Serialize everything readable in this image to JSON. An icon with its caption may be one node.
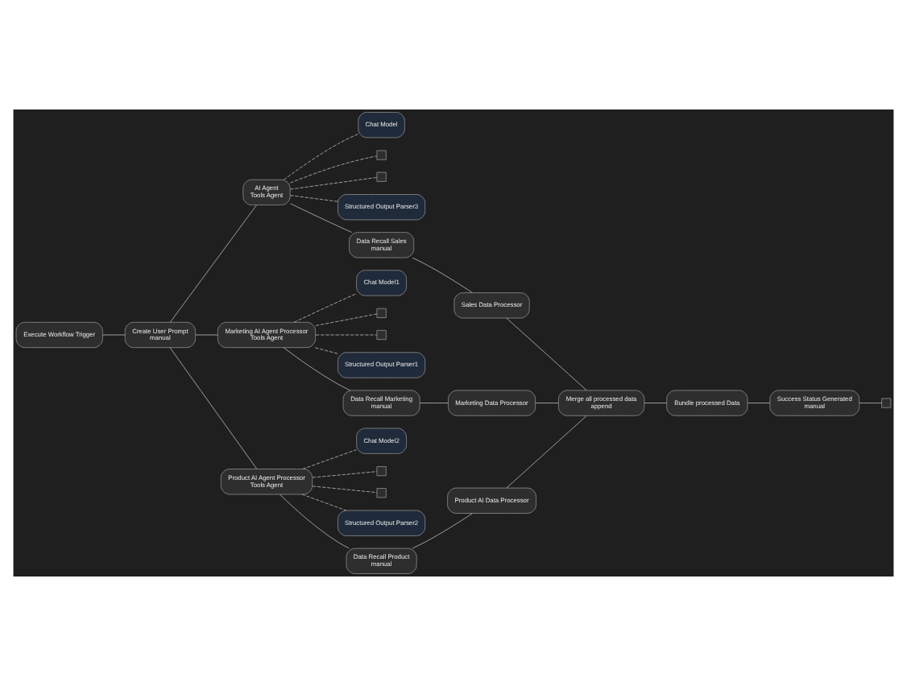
{
  "diagram": {
    "nodes": [
      {
        "text": [
          "Execute Workflow Trigger"
        ]
      },
      {
        "text": [
          "Create User Prompt",
          "manual"
        ]
      },
      {
        "text": [
          "AI Agent",
          "Tools Agent"
        ]
      },
      {
        "text": [
          "Chat Model"
        ]
      },
      {
        "text": [],
        "shape": "box"
      },
      {
        "text": [],
        "shape": "box"
      },
      {
        "text": [
          "Structured Output Parser3"
        ]
      },
      {
        "text": [
          "Marketing AI Agent Processor",
          "Tools Agent"
        ]
      },
      {
        "text": [
          "Chat Model1"
        ]
      },
      {
        "text": [],
        "shape": "box"
      },
      {
        "text": [],
        "shape": "box"
      },
      {
        "text": [
          "Structured Output Parser1"
        ]
      },
      {
        "text": [
          "Product AI Agent Processor",
          "Tools Agent"
        ]
      },
      {
        "text": [
          "Chat Model2"
        ]
      },
      {
        "text": [],
        "shape": "box"
      },
      {
        "text": [],
        "shape": "box"
      },
      {
        "text": [
          "Structured Output Parser2"
        ]
      },
      {
        "text": [
          "Data Recall Sales",
          "manual"
        ]
      },
      {
        "text": [
          "Sales Data Processor"
        ]
      },
      {
        "text": [
          "Data Recall Marketing",
          "manual"
        ]
      },
      {
        "text": [
          "Marketing Data Processor"
        ]
      },
      {
        "text": [
          "Data Recall Product",
          "manual"
        ]
      },
      {
        "text": [
          "Product AI Data Processor"
        ]
      },
      {
        "text": [
          "Merge all processed data",
          "append"
        ]
      },
      {
        "text": [
          "Bundle processed Data"
        ]
      },
      {
        "text": [
          "Success Status Generated",
          "manual"
        ]
      },
      {
        "text": [],
        "shape": "box"
      }
    ],
    "edges": [
      {
        "from": 0,
        "to": 1,
        "arrow": "none"
      },
      {
        "from": 1,
        "to": 2,
        "arrow": "none"
      },
      {
        "from": 1,
        "to": 7,
        "arrow": "none"
      },
      {
        "from": 1,
        "to": 12,
        "arrow": "none"
      },
      {
        "from": 2,
        "to": 3,
        "arrow": "none",
        "style": "dashed"
      },
      {
        "from": 2,
        "to": 4,
        "arrow": "none",
        "style": "dashed"
      },
      {
        "from": 2,
        "to": 5,
        "arrow": "none",
        "style": "dashed"
      },
      {
        "from": 2,
        "to": 6,
        "arrow": "none",
        "style": "dashed"
      },
      {
        "from": 7,
        "to": 8,
        "arrow": "none",
        "style": "dashed"
      },
      {
        "from": 7,
        "to": 9,
        "arrow": "none",
        "style": "dashed"
      },
      {
        "from": 7,
        "to": 10,
        "arrow": "none",
        "style": "dashed"
      },
      {
        "from": 7,
        "to": 11,
        "arrow": "none",
        "style": "dashed"
      },
      {
        "from": 12,
        "to": 13,
        "arrow": "none",
        "style": "dashed"
      },
      {
        "from": 12,
        "to": 14,
        "arrow": "none",
        "style": "dashed"
      },
      {
        "from": 12,
        "to": 15,
        "arrow": "none",
        "style": "dashed"
      },
      {
        "from": 12,
        "to": 16,
        "arrow": "none",
        "style": "dashed"
      },
      {
        "from": 2,
        "to": 17,
        "arrow": "none"
      },
      {
        "from": 17,
        "to": 18,
        "arrow": "none"
      },
      {
        "from": 18,
        "to": 23,
        "arrow": "none"
      },
      {
        "from": 7,
        "to": 19,
        "arrow": "none"
      },
      {
        "from": 19,
        "to": 20,
        "arrow": "none"
      },
      {
        "from": 20,
        "to": 23,
        "arrow": "none"
      },
      {
        "from": 12,
        "to": 21,
        "arrow": "none"
      },
      {
        "from": 21,
        "to": 22,
        "arrow": "none"
      },
      {
        "from": 22,
        "to": 23,
        "arrow": "none"
      },
      {
        "from": 23,
        "to": 24,
        "arrow": "none"
      },
      {
        "from": 24,
        "to": 25,
        "arrow": "none"
      },
      {
        "from": 25,
        "to": 26,
        "arrow": "none"
      }
    ]
  }
}
